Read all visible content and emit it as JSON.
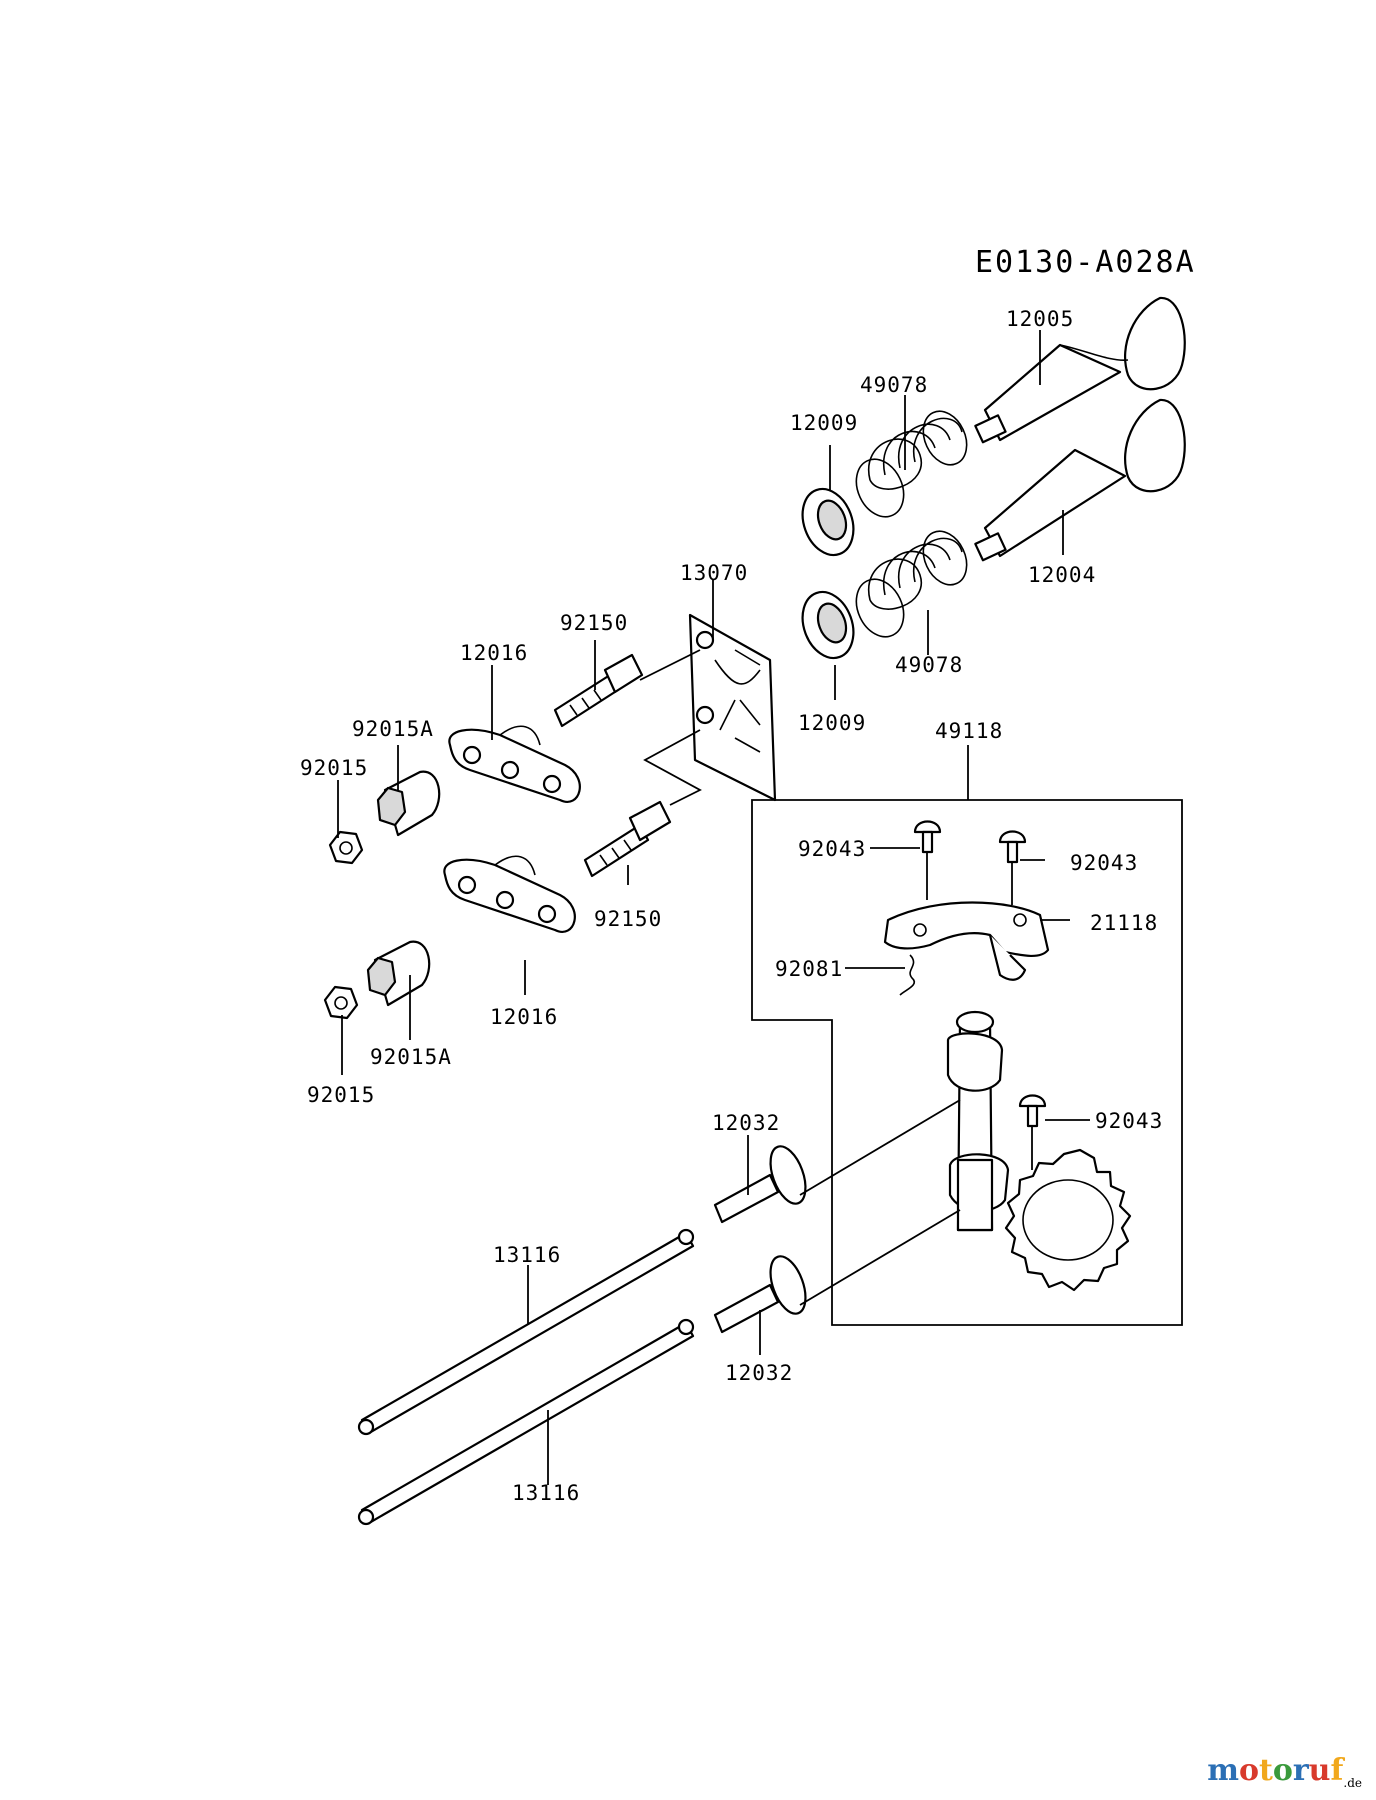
{
  "diagram": {
    "code": "E0130-A028A",
    "labels": {
      "p12005": "12005",
      "p49078a": "49078",
      "p12009a": "12009",
      "p12004": "12004",
      "p13070": "13070",
      "p92150a": "92150",
      "p12016a": "12016",
      "p49078b": "49078",
      "p92015Aa": "92015A",
      "p92015a": "92015",
      "p12009b": "12009",
      "p49118": "49118",
      "p92043a": "92043",
      "p92043b": "92043",
      "p21118": "21118",
      "p92150b": "92150",
      "p92081": "92081",
      "p12016b": "12016",
      "p92015Ab": "92015A",
      "p92015b": "92015",
      "p12032a": "12032",
      "p92043c": "92043",
      "p13116a": "13116",
      "p12032b": "12032",
      "p13116b": "13116"
    }
  },
  "watermark": {
    "brand": "motoruf",
    "tld": ".de",
    "colors": [
      "#2b6fb5",
      "#d83a2c",
      "#f1a81c",
      "#3a9a3c"
    ]
  }
}
